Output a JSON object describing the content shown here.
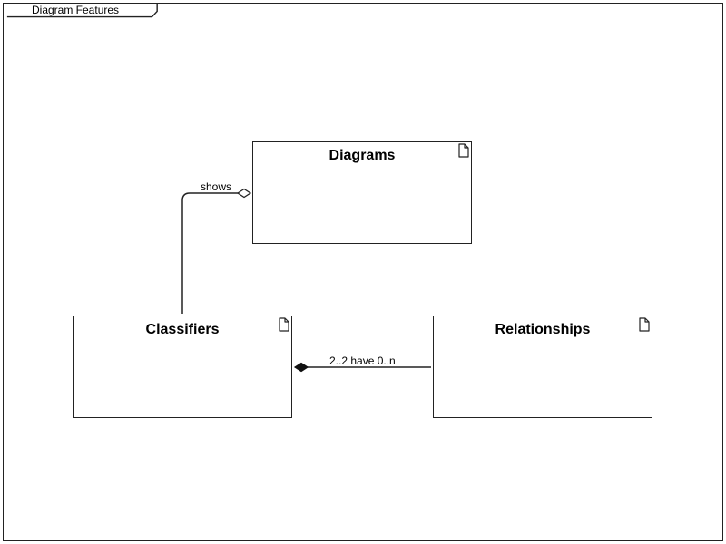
{
  "frame": {
    "title": "Diagram Features"
  },
  "elements": {
    "diagrams": {
      "name": "Diagrams"
    },
    "classifiers": {
      "name": "Classifiers"
    },
    "relationships": {
      "name": "Relationships"
    }
  },
  "associations": {
    "shows": {
      "label": "shows",
      "kind": "aggregation"
    },
    "have": {
      "label": "2..2 have 0..n",
      "kind": "composition"
    }
  }
}
